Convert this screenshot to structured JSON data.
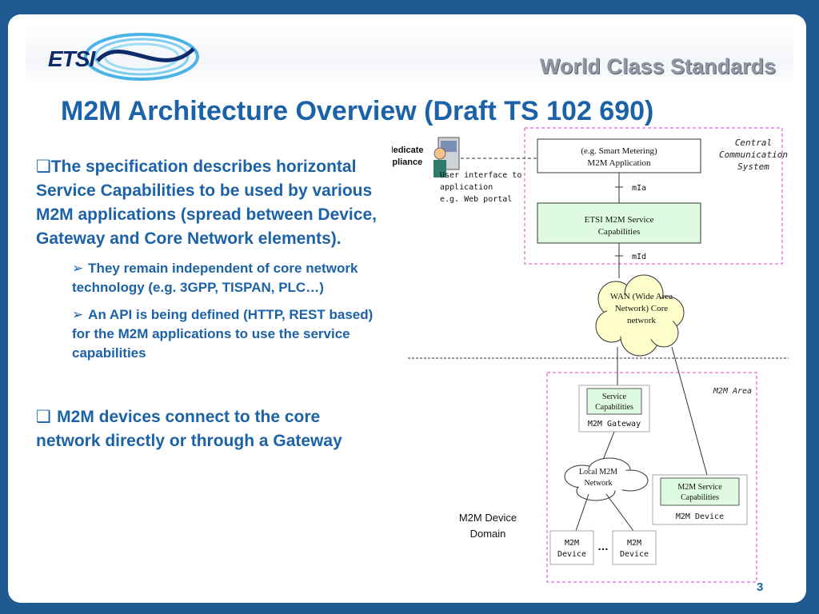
{
  "header": {
    "logo_text": "ETSI",
    "tagline": "World Class Standards"
  },
  "slide": {
    "title": "M2M Architecture Overview (Draft TS 102 690)",
    "page_number": "3"
  },
  "bullets": {
    "b1": "The specification describes horizontal Service Capabilities to be used by various M2M applications (spread between Device, Gateway and Core Network elements).",
    "sub1": "They remain independent of core network technology (e.g. 3GPP, TISPAN, PLC…)",
    "sub2": "An API is being defined (HTTP, REST based) for the M2M applications to use the service capabilities",
    "b2": "M2M devices connect to the core network directly or through a Gateway"
  },
  "diagram": {
    "pc_label_1": "PC/dedicate",
    "pc_label_2": "d appliance",
    "ui_label_1": "User interface to",
    "ui_label_2": "application",
    "ui_label_3": "e.g. Web portal",
    "central_1": "Central",
    "central_2": "Communication",
    "central_3": "System",
    "app_1": "(e.g. Smart Metering)",
    "app_2": "M2M Application",
    "mia": "mIa",
    "etsi_sc_1": "ETSI M2M Service",
    "etsi_sc_2": "Capabilities",
    "mid": "mId",
    "wan_1": "WAN (Wide Area",
    "wan_2": "Network)  Core",
    "wan_3": "network",
    "m2m_area": "M2M Area",
    "gw_sc_1": "Service",
    "gw_sc_2": "Capabilities",
    "gw_label": "M2M Gateway",
    "local_1": "Local M2M",
    "local_2": "Network",
    "dev_sc_1": "M2M Service",
    "dev_sc_2": "Capabilities",
    "dev_label": "M2M Device",
    "domain_1": "M2M Device",
    "domain_2": "Domain",
    "small_dev_a": "M2M",
    "small_dev_b": "Device",
    "ellipsis": "…"
  },
  "colors": {
    "background": "#1f5a93",
    "accent": "#1c62a8",
    "frame": "#e23fce",
    "capability_fill": "#dffbdf",
    "cloud_fill": "#ffffcc"
  }
}
